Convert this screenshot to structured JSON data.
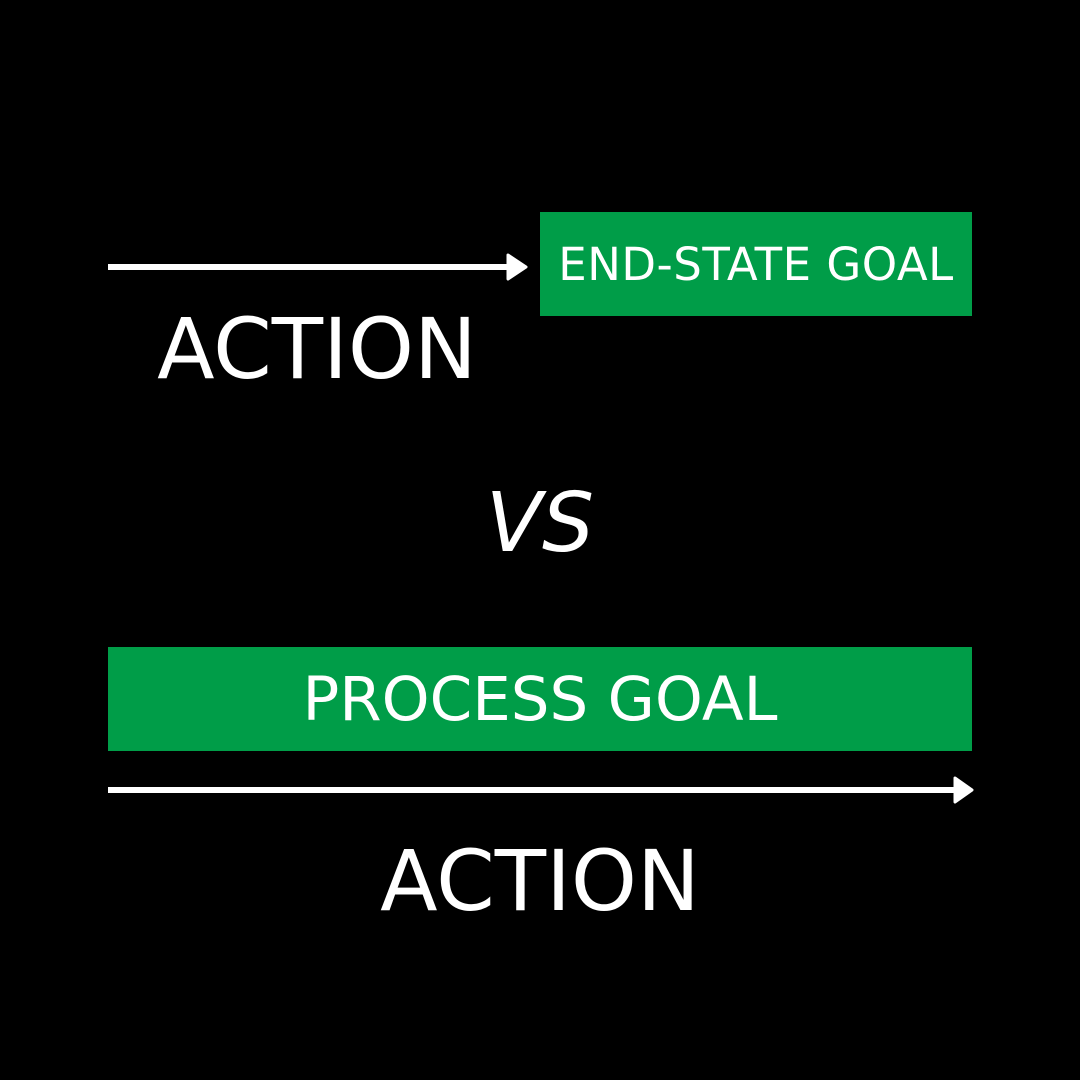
{
  "colors": {
    "background": "#000000",
    "goal_box": "#009D48",
    "text": "#FFFFFF",
    "arrow": "#FFFFFF"
  },
  "top_section": {
    "arrow_label": "ACTION",
    "goal_label": "END-STATE GOAL"
  },
  "divider": {
    "label": "VS"
  },
  "bottom_section": {
    "goal_label": "PROCESS GOAL",
    "arrow_label": "ACTION"
  }
}
